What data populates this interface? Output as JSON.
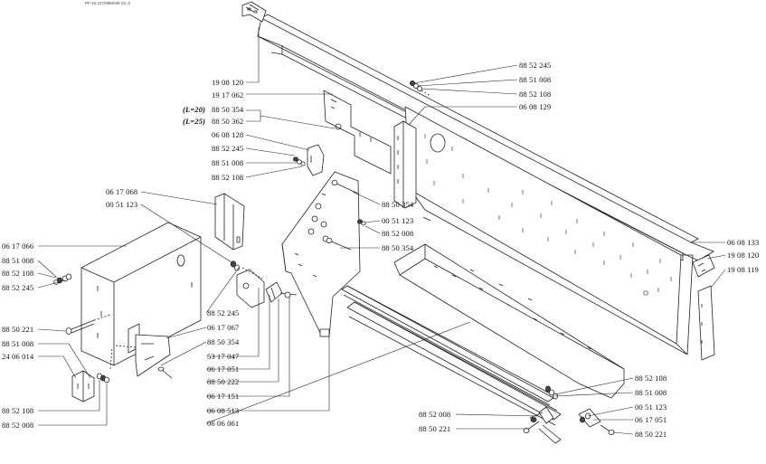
{
  "header": {
    "code": "PF-22   217/098/049 SC.3"
  },
  "labels": {
    "l01": "19 08 120",
    "l02": "19 17 062",
    "l03_prefix": "(L=20)",
    "l03": "88 50 354",
    "l04_prefix": "(L=25)",
    "l04": "88 50 362",
    "l05": "06 08 128",
    "l06": "88 52 245",
    "l07": "88 51 008",
    "l08": "88 52 108",
    "l09": "06 17 068",
    "l10": "00 51 123",
    "l11": "06 17 066",
    "l12": "88 51 008",
    "l13": "88 52 108",
    "l14": "88 52 245",
    "l15": "88 50 221",
    "l16": "88 51 008",
    "l17": "24 06 014",
    "l18": "88 52 108",
    "l19": "88 52 008",
    "l20": "88 52 245",
    "l21": "06 17 067",
    "l22": "88 50 354",
    "l23": "53 17 047",
    "l24": "06 17 051",
    "l25": "88 50 222",
    "l26": "06 17 151",
    "l27": "06 08 513",
    "l28": "06 06 061",
    "l29": "88 50 354",
    "l30": "00 51 123",
    "l31": "88 52 008",
    "l32": "88 50 354",
    "l33": "88 52 245",
    "l34": "88 51 008",
    "l35": "88 52 108",
    "l36": "06 08 129",
    "l37": "06 08 133",
    "l38": "19 08 120",
    "l39": "19 08 119",
    "l40": "88 52 108",
    "l41": "88 51 008",
    "l42": "00 51 123",
    "l43": "06 17 051",
    "l44": "88 50 221",
    "l45": "88 52 008",
    "l46": "88 50 221"
  }
}
